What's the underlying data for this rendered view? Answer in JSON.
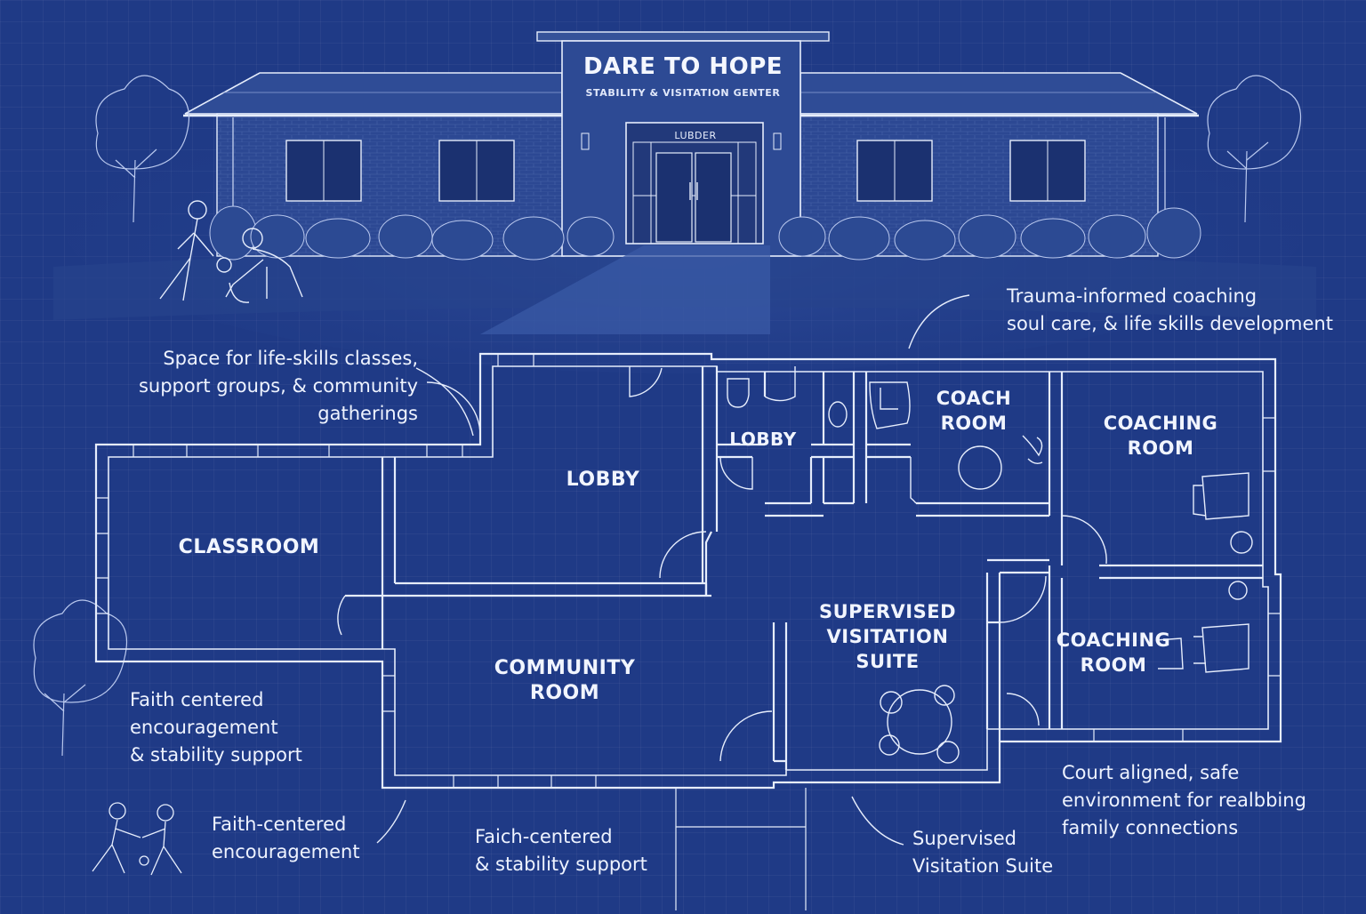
{
  "building": {
    "sign_title": "DARE TO HOPE",
    "sign_subtitle": "STABILITY & VISITATION GENTER",
    "door_sign": "LUBDER"
  },
  "rooms": {
    "classroom": "CLASSROOM",
    "lobby_main": "LOBBY",
    "lobby_small": "LOBBY",
    "coach_room": "COACH\nROOM",
    "coaching_room_upper": "COACHING\nROOM",
    "coaching_room_lower": "COACHING\nROOM",
    "community_room": "COMMUNITY\nROOM",
    "supervised_suite": "SUPERVISED\nVISITATION\nSUITE"
  },
  "notes": {
    "life_skills": "Space for life-skills classes,\nsupport groups, & community\ngatherings",
    "trauma": "Trauma-informed coaching\nsoul care, & life skills development",
    "faith_stability": "Faith centered\nencouragement\n& stability support",
    "faith_encouragement": "Faith-centered\nencouragement",
    "faich_stability": "Faich-centered\n& stability support",
    "supervised_visitation": "Supervised\nVisitation Suite",
    "court_aligned": "Court aligned, safe\nenvironment for realbbing\nfamily connections"
  },
  "palette": {
    "background": "#1f3a86",
    "line": "#e6edfc",
    "building_fill": "#2a468f"
  }
}
